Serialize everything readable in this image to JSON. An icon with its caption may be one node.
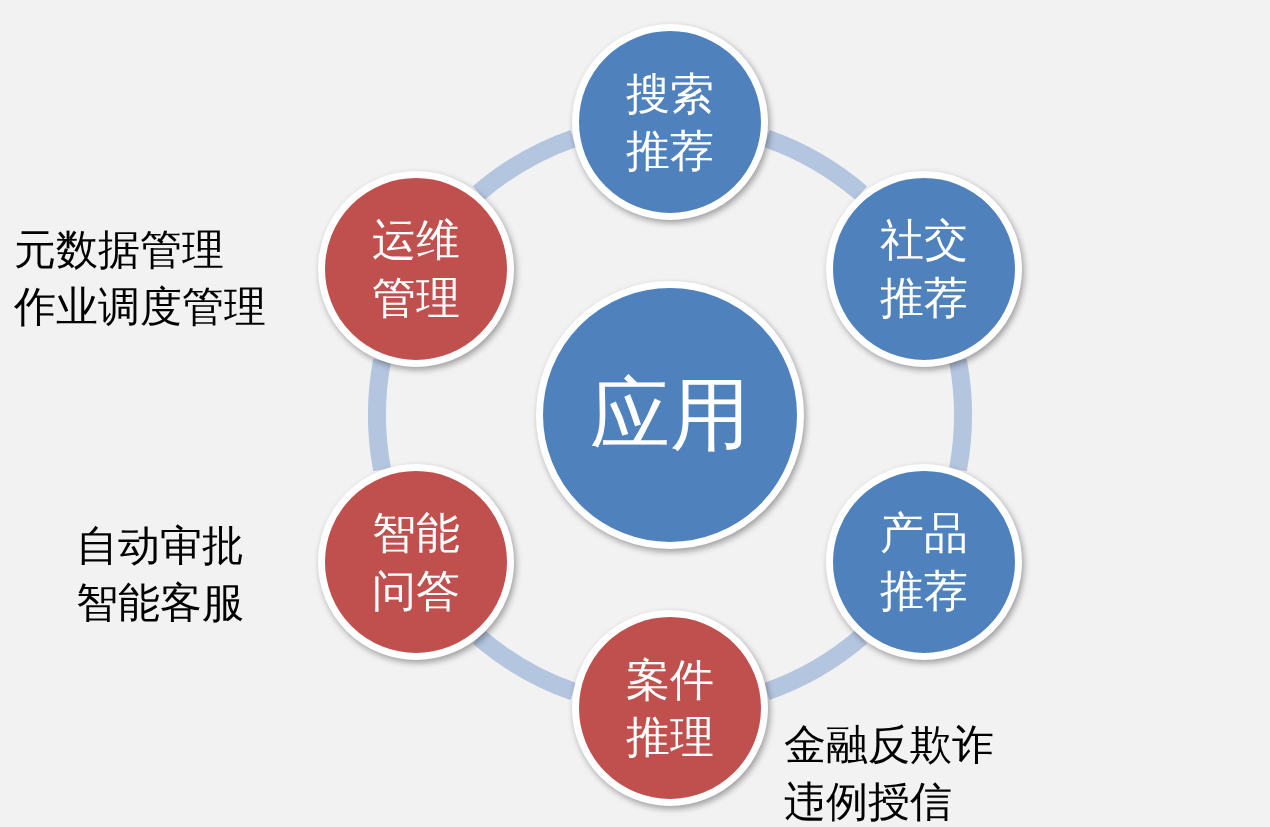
{
  "diagram": {
    "nodes": [
      {
        "text": [
          "搜索推荐"
        ]
      },
      {
        "text": [
          "运维管理"
        ],
        "beside": [
          "元数据管理",
          "作业调度管理"
        ]
      },
      {
        "text": [
          "社交推荐"
        ]
      },
      {
        "text": [
          "应用"
        ]
      },
      {
        "text": [
          "智能问答"
        ],
        "beside": [
          "自动审批",
          "智能客服"
        ]
      },
      {
        "text": [
          "产品推荐"
        ]
      },
      {
        "text": [
          "案件推理"
        ],
        "beside": [
          "金融反欺诈",
          "违例授信"
        ]
      }
    ],
    "edges": [
      {
        "from": 0,
        "to": 2,
        "arrow": "none"
      },
      {
        "from": 2,
        "to": 5,
        "arrow": "none"
      },
      {
        "from": 5,
        "to": 6,
        "arrow": "none"
      },
      {
        "from": 6,
        "to": 4,
        "arrow": "none"
      },
      {
        "from": 4,
        "to": 1,
        "arrow": "none"
      },
      {
        "from": 1,
        "to": 0,
        "arrow": "none"
      }
    ]
  }
}
